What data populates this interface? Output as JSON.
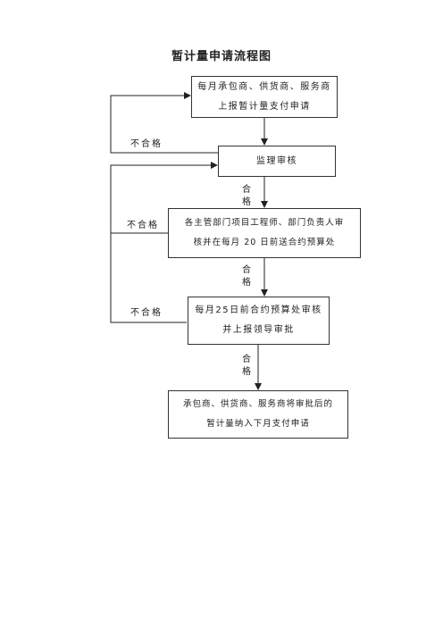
{
  "title": "暂计量申请流程图",
  "steps": [
    {
      "line1": "每月承包商、供货商、服务商",
      "line2": "上报暂计量支付申请"
    },
    {
      "line1": "监理审核",
      "line2": ""
    },
    {
      "line1": "各主管部门项目工程师、部门负责人审",
      "line2": "核并在每月 20 日前送合约预算处"
    },
    {
      "line1": "每月25日前合约预算处审核",
      "line2": "并上报领导审批"
    },
    {
      "line1": "承包商、供货商、服务商将审批后的",
      "line2": "暂计量纳入下月支付申请"
    }
  ],
  "labels": {
    "pass_char1": "合",
    "pass_char2": "格",
    "fail": "不合格"
  }
}
